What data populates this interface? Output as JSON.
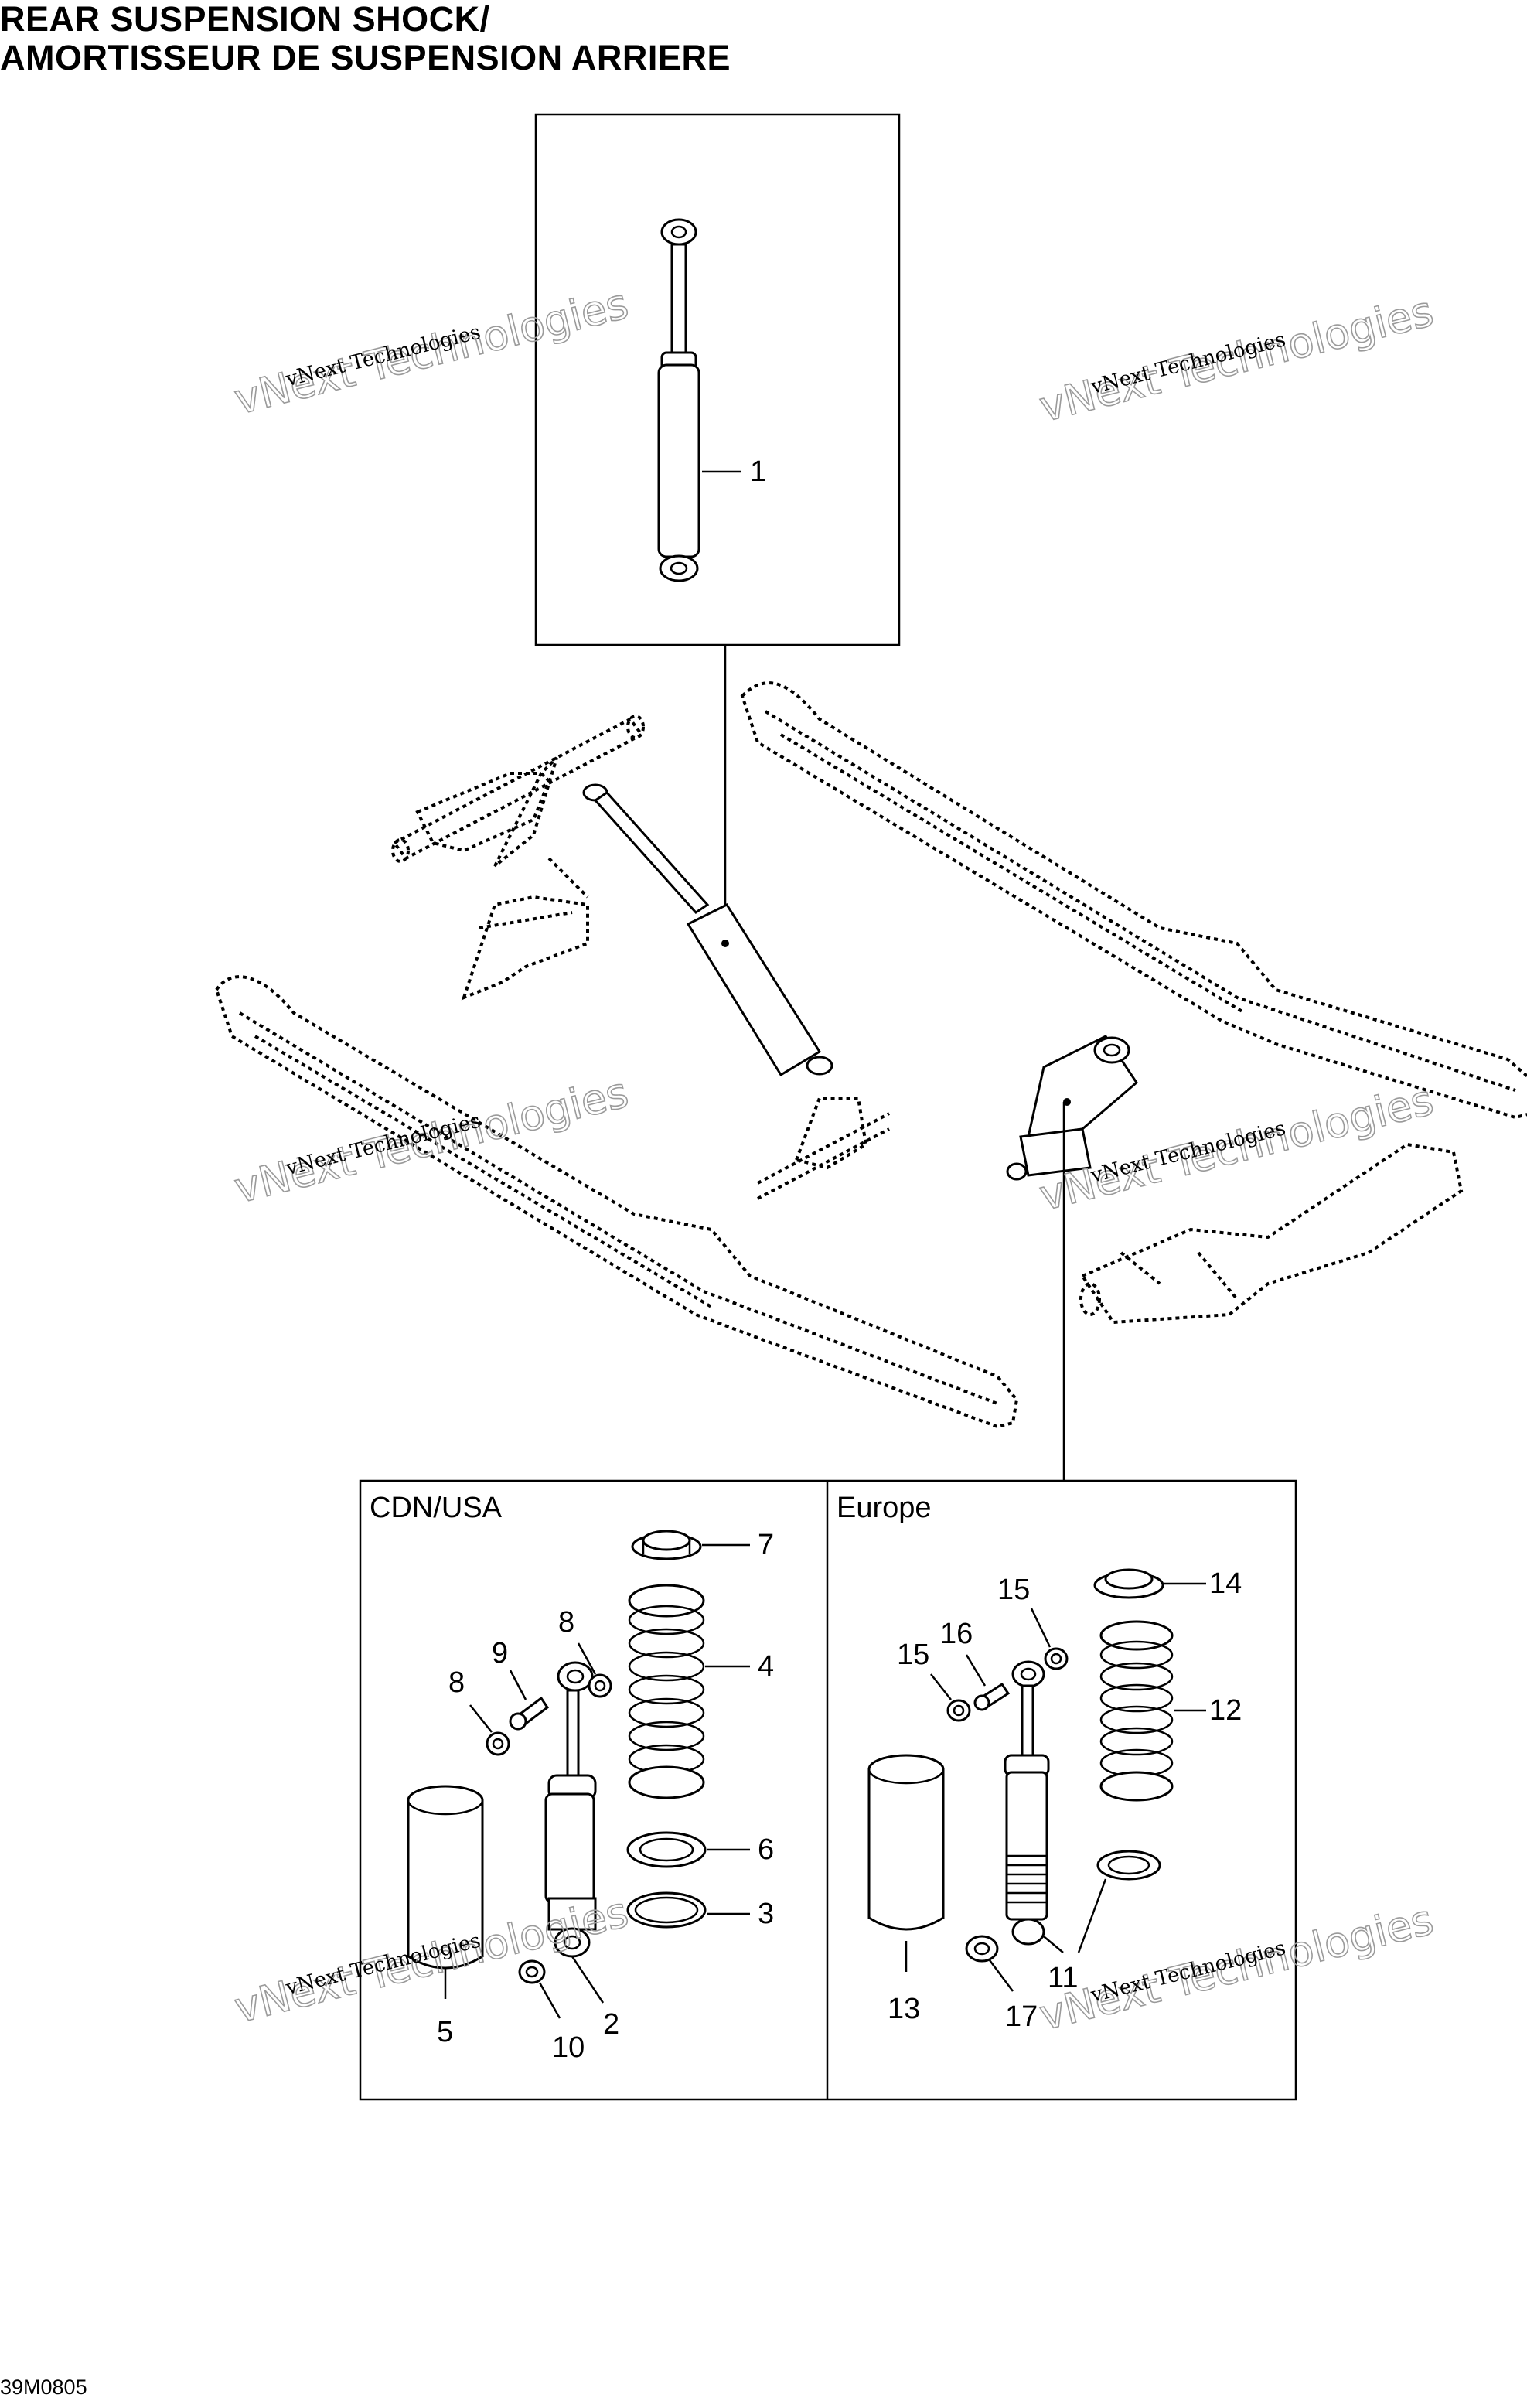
{
  "title_line1": "REAR SUSPENSION SHOCK/",
  "title_line2": "AMORTISSEUR DE SUSPENSION ARRIERE",
  "drawing_code": "39M0805",
  "regions": {
    "left": "CDN/USA",
    "right": "Europe"
  },
  "callouts": {
    "c1": "1",
    "c2": "2",
    "c3": "3",
    "c4": "4",
    "c5": "5",
    "c6": "6",
    "c7": "7",
    "c8a": "8",
    "c8b": "8",
    "c9": "9",
    "c10": "10",
    "c11": "11",
    "c12": "12",
    "c13": "13",
    "c14": "14",
    "c15a": "15",
    "c15b": "15",
    "c16": "16",
    "c17": "17"
  },
  "watermark": {
    "line_small": "vNext Technologies",
    "line_large": "vNext Technologies"
  }
}
